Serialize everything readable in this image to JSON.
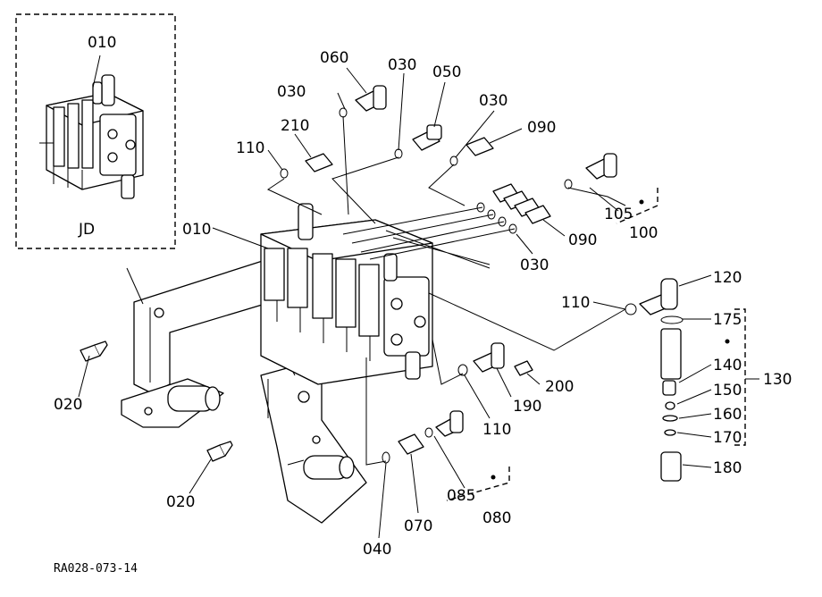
{
  "drawing_code": "RA028-073-14",
  "inset_label": "JD",
  "labels": {
    "p010_inset": "010",
    "p010": "010",
    "p020_a": "020",
    "p020_b": "020",
    "p030_a": "030",
    "p030_b": "030",
    "p030_c": "030",
    "p030_d": "030",
    "p040": "040",
    "p050": "050",
    "p060": "060",
    "p070": "070",
    "p080": "080",
    "p085": "085",
    "p090_a": "090",
    "p090_b": "090",
    "p100": "100",
    "p105": "105",
    "p110_a": "110",
    "p110_b": "110",
    "p110_c": "110",
    "p120": "120",
    "p130": "130",
    "p140": "140",
    "p150": "150",
    "p160": "160",
    "p170": "170",
    "p175": "175",
    "p180": "180",
    "p190": "190",
    "p200": "200",
    "p210": "210"
  }
}
